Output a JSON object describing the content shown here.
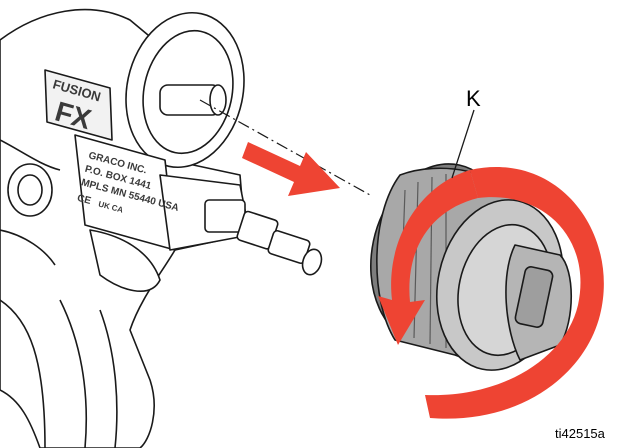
{
  "callout": {
    "label": "K"
  },
  "figure": {
    "id": "ti42515a"
  },
  "brand": {
    "line1": "FUSION",
    "line2": "FX"
  },
  "nameplate": {
    "lines": [
      "GRACO INC.",
      "P.O. BOX 1441",
      "MPLS MN 55440 USA"
    ],
    "marks": [
      "CE",
      "UK CA"
    ]
  },
  "colors": {
    "arrow": "#ee4433",
    "line": "#1a1a1a",
    "part": "#bdbdbd",
    "part_dark": "#8e8e8e"
  }
}
